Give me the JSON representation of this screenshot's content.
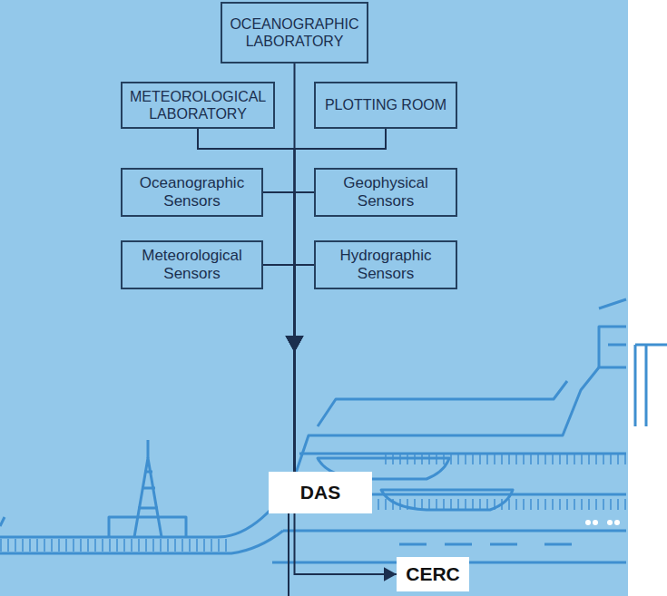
{
  "diagram": {
    "nodes": [
      {
        "text": [
          "OCEANOGRAPHIC LABORATORY"
        ]
      },
      {
        "text": [
          "METEOROLOGICAL LABORATORY"
        ]
      },
      {
        "text": [
          "PLOTTING ROOM"
        ]
      },
      {
        "text": [
          "Oceanographic Sensors"
        ]
      },
      {
        "text": [
          "Geophysical Sensors"
        ]
      },
      {
        "text": [
          "Meteorological Sensors"
        ]
      },
      {
        "text": [
          "Hydrographic Sensors"
        ]
      },
      {
        "text": [
          "DAS"
        ]
      },
      {
        "text": [
          "CERC"
        ]
      }
    ],
    "edges": [
      {
        "from": 0,
        "to": 7,
        "arrow": "to"
      },
      {
        "from": 1,
        "to": 7,
        "arrow": "to"
      },
      {
        "from": 2,
        "to": 7,
        "arrow": "to"
      },
      {
        "from": 3,
        "to": 7,
        "arrow": "to"
      },
      {
        "from": 4,
        "to": 7,
        "arrow": "to"
      },
      {
        "from": 5,
        "to": 7,
        "arrow": "to"
      },
      {
        "from": 6,
        "to": 7,
        "arrow": "to"
      },
      {
        "from": 7,
        "to": 8,
        "arrow": "to"
      }
    ]
  }
}
